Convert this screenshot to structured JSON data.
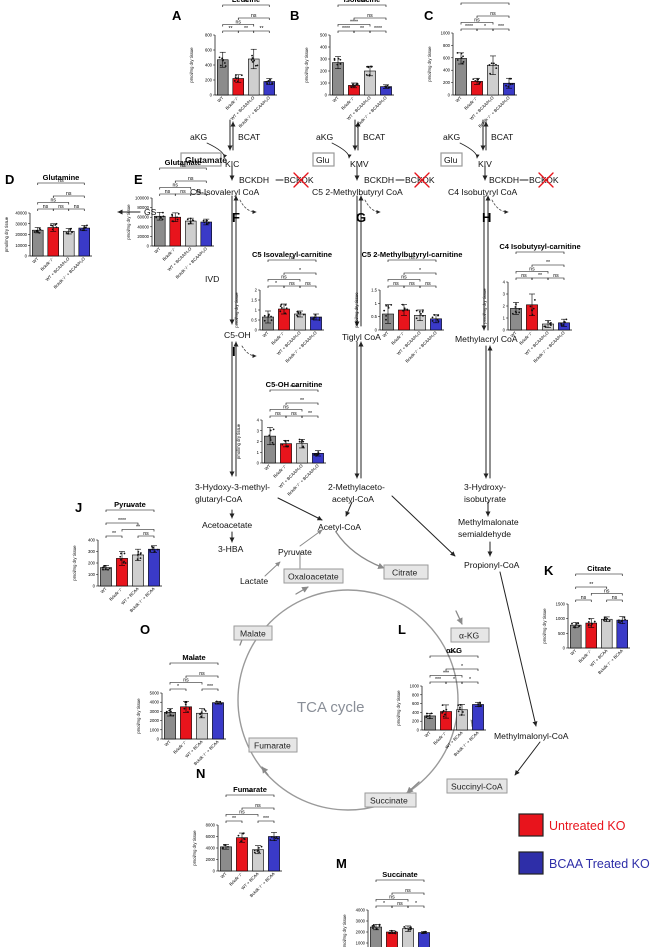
{
  "colors": {
    "wt": "#8c8c8c",
    "ko": "#e8141c",
    "wt_bcaa": "#cfcfcf",
    "ko_bcaa": "#3a3ac8",
    "untreated_ko_legend": "#e8141c",
    "bcaa_treated_ko_legend": "#2e2ea8",
    "tca_ring": "#9a9a9a",
    "tca_box": "#e6e6e6"
  },
  "icons": {
    "knockout": "red-cross-icon"
  },
  "legend": {
    "untreated_ko": "Untreated KO",
    "bcaa_treated_ko": "BCAA Treated KO"
  },
  "tca": {
    "title": "TCA cycle",
    "boxes": [
      "Oxaloacetate",
      "Citrate",
      "α-KG",
      "Succinyl-CoA",
      "Succinate",
      "Fumarate",
      "Malate"
    ]
  },
  "pathway": {
    "akg": "aKG",
    "bcat": "BCAT",
    "glutamate": "Glutamate",
    "glu": "Glu",
    "kic": "KIC",
    "kmv": "KMV",
    "kiv": "KIV",
    "bckdh": "BCKDH",
    "bckdk": "BCKDK",
    "c5_isovaleryl_coa": "C5-Isovaleryl CoA",
    "c5_2mb_coa": "C5 2-Methylbutyryl CoA",
    "c4_isobutyryl_coa": "C4 Isobutyryl CoA",
    "gs": "GS",
    "ivd": "IVD",
    "c5_oh": "C5-OH",
    "tiglyl_coa": "Tiglyl CoA",
    "methylacryl_coa": "Methylacryl CoA",
    "hmg_coa": [
      "3-Hydoxy-3-methyl-",
      "glutaryl-CoA"
    ],
    "methylacetoacetyl": [
      "2-Methylaceto-",
      "acetyl-CoA"
    ],
    "hydroxyisobutyrate": [
      "3-Hydroxy-",
      "isobutyrate"
    ],
    "acetoacetate": "Acetoacetate",
    "hba": "3-HBA",
    "acetyl_coa": "Acetyl-CoA",
    "pyruvate": "Pyruvate",
    "lactate": "Lactate",
    "mmsa": [
      "Methylmalonate",
      "semialdehyde"
    ],
    "propionyl_coa": "Propionyl-CoA",
    "methylmalonyl_coa": "Methylmalonyl-CoA"
  },
  "chart_data": [
    {
      "type": "bar",
      "panel": "A",
      "title": "Leucine",
      "ylabel": "pmol/mg dry tissue",
      "ylim": [
        0,
        800
      ],
      "yticks": [
        0,
        200,
        400,
        600,
        800
      ],
      "categories": [
        "WT",
        "Bckdk⁻/⁻",
        "WT + BCAA/H₂O",
        "Bckdk⁻/⁻ + BCAA/H₂O"
      ],
      "values": [
        470,
        220,
        480,
        180
      ],
      "errors": [
        100,
        50,
        130,
        40
      ],
      "comparisons": [
        {
          "a": 0,
          "b": 1,
          "label": "**"
        },
        {
          "a": 1,
          "b": 2,
          "label": "**"
        },
        {
          "a": 2,
          "b": 3,
          "label": "**"
        },
        {
          "a": 0,
          "b": 2,
          "label": "ns"
        },
        {
          "a": 1,
          "b": 3,
          "label": "ns"
        },
        {
          "a": 0,
          "b": 3,
          "label": "**"
        }
      ]
    },
    {
      "type": "bar",
      "panel": "B",
      "title": "Isoleucine",
      "ylabel": "pmol/mg dry tissue",
      "ylim": [
        0,
        500
      ],
      "yticks": [
        0,
        100,
        200,
        300,
        400,
        500
      ],
      "categories": [
        "WT",
        "Bckdk⁻/⁻",
        "WT + BCAA/H₂O",
        "Bckdk⁻/⁻ + BCAA/H₂O"
      ],
      "values": [
        270,
        80,
        200,
        70
      ],
      "errors": [
        50,
        20,
        40,
        15
      ],
      "comparisons": [
        {
          "a": 0,
          "b": 1,
          "label": "****"
        },
        {
          "a": 1,
          "b": 2,
          "label": "**"
        },
        {
          "a": 2,
          "b": 3,
          "label": "****"
        },
        {
          "a": 0,
          "b": 2,
          "label": "****"
        },
        {
          "a": 1,
          "b": 3,
          "label": "ns"
        },
        {
          "a": 0,
          "b": 3,
          "label": "****"
        }
      ]
    },
    {
      "type": "bar",
      "panel": "C",
      "title": "Valine",
      "ylabel": "pmol/mg dry tissue",
      "ylim": [
        0,
        1000
      ],
      "yticks": [
        0,
        200,
        400,
        600,
        800,
        1000
      ],
      "categories": [
        "WT",
        "Bckdk⁻/⁻",
        "WT + BCAA/H₂O",
        "Bckdk⁻/⁻ + BCAA/H₂O"
      ],
      "values": [
        590,
        220,
        480,
        190
      ],
      "errors": [
        90,
        50,
        150,
        80
      ],
      "comparisons": [
        {
          "a": 0,
          "b": 1,
          "label": "****"
        },
        {
          "a": 1,
          "b": 2,
          "label": "*"
        },
        {
          "a": 2,
          "b": 3,
          "label": "***"
        },
        {
          "a": 0,
          "b": 2,
          "label": "ns"
        },
        {
          "a": 1,
          "b": 3,
          "label": "ns"
        },
        {
          "a": 0,
          "b": 3,
          "label": "****"
        }
      ]
    },
    {
      "type": "bar",
      "panel": "D",
      "title": "Glutamine",
      "ylabel": "pmol/mg dry tissue",
      "ylim": [
        0,
        40000
      ],
      "yticks": [
        0,
        10000,
        20000,
        30000,
        40000
      ],
      "categories": [
        "WT",
        "Bckdk⁻/⁻",
        "WT + BCAA/H₂O",
        "Bckdk⁻/⁻ + BCAA/H₂O"
      ],
      "values": [
        24000,
        26500,
        23000,
        26000
      ],
      "errors": [
        2500,
        3500,
        2500,
        2500
      ],
      "comparisons": [
        {
          "a": 0,
          "b": 1,
          "label": "ns"
        },
        {
          "a": 1,
          "b": 2,
          "label": "ns"
        },
        {
          "a": 2,
          "b": 3,
          "label": "ns"
        },
        {
          "a": 0,
          "b": 2,
          "label": "ns"
        },
        {
          "a": 1,
          "b": 3,
          "label": "ns"
        },
        {
          "a": 0,
          "b": 3,
          "label": "ns"
        }
      ]
    },
    {
      "type": "bar",
      "panel": "E",
      "title": "Glutamate",
      "ylabel": "pmol/mg dry tissue",
      "ylim": [
        0,
        100000
      ],
      "yticks": [
        0,
        20000,
        40000,
        60000,
        80000,
        100000
      ],
      "categories": [
        "WT",
        "Bckdk⁻/⁻",
        "WT + BCAA/H₂O",
        "Bckdk⁻/⁻ + BCAA/H₂O"
      ],
      "values": [
        62000,
        60000,
        52000,
        50000
      ],
      "errors": [
        8000,
        9000,
        6000,
        6000
      ],
      "comparisons": [
        {
          "a": 0,
          "b": 1,
          "label": "ns"
        },
        {
          "a": 1,
          "b": 2,
          "label": "ns"
        },
        {
          "a": 2,
          "b": 3,
          "label": "ns"
        },
        {
          "a": 0,
          "b": 2,
          "label": "ns"
        },
        {
          "a": 1,
          "b": 3,
          "label": "ns"
        },
        {
          "a": 0,
          "b": 3,
          "label": "ns"
        }
      ]
    },
    {
      "type": "bar",
      "panel": "F",
      "title": "C5 Isovaleryl-carnitine",
      "ylabel": "pmol/mg dry tissue",
      "ylim": [
        0,
        2.0
      ],
      "yticks": [
        0,
        0.5,
        1.0,
        1.5,
        2.0
      ],
      "categories": [
        "WT",
        "Bckdk⁻/⁻",
        "WT + BCAA/H₂O",
        "Bckdk⁻/⁻ + BCAA/H₂O"
      ],
      "values": [
        0.65,
        1.05,
        0.8,
        0.65
      ],
      "errors": [
        0.3,
        0.25,
        0.15,
        0.15
      ],
      "comparisons": [
        {
          "a": 0,
          "b": 1,
          "label": "*"
        },
        {
          "a": 1,
          "b": 2,
          "label": "ns"
        },
        {
          "a": 2,
          "b": 3,
          "label": "ns"
        },
        {
          "a": 0,
          "b": 2,
          "label": "ns"
        },
        {
          "a": 1,
          "b": 3,
          "label": "*"
        },
        {
          "a": 0,
          "b": 3,
          "label": "ns"
        }
      ]
    },
    {
      "type": "bar",
      "panel": "G",
      "title": "C5 2-Methylbutyryl-carnitine",
      "ylabel": "pmol/mg dry tissue",
      "ylim": [
        0,
        1.5
      ],
      "yticks": [
        0,
        0.5,
        1.0,
        1.5
      ],
      "categories": [
        "WT",
        "Bckdk⁻/⁻",
        "WT + BCAA/H₂O",
        "Bckdk⁻/⁻ + BCAA/H₂O"
      ],
      "values": [
        0.6,
        0.75,
        0.55,
        0.42
      ],
      "errors": [
        0.35,
        0.2,
        0.2,
        0.15
      ],
      "comparisons": [
        {
          "a": 0,
          "b": 1,
          "label": "ns"
        },
        {
          "a": 1,
          "b": 2,
          "label": "ns"
        },
        {
          "a": 2,
          "b": 3,
          "label": "ns"
        },
        {
          "a": 0,
          "b": 2,
          "label": "ns"
        },
        {
          "a": 1,
          "b": 3,
          "label": "*"
        },
        {
          "a": 0,
          "b": 3,
          "label": "ns"
        }
      ]
    },
    {
      "type": "bar",
      "panel": "H",
      "title": "C4 Isobutyryl-carnitine",
      "ylabel": "pmol/mg dry tissue",
      "ylim": [
        0,
        4
      ],
      "yticks": [
        0,
        1,
        2,
        3,
        4
      ],
      "categories": [
        "WT",
        "Bckdk⁻/⁻",
        "WT + BCAA/H₂O",
        "Bckdk⁻/⁻ + BCAA/H₂O"
      ],
      "values": [
        1.8,
        2.1,
        0.5,
        0.6
      ],
      "errors": [
        0.5,
        0.9,
        0.3,
        0.3
      ],
      "comparisons": [
        {
          "a": 0,
          "b": 1,
          "label": "ns"
        },
        {
          "a": 1,
          "b": 2,
          "label": "**"
        },
        {
          "a": 2,
          "b": 3,
          "label": "ns"
        },
        {
          "a": 0,
          "b": 2,
          "label": "ns"
        },
        {
          "a": 1,
          "b": 3,
          "label": "**"
        },
        {
          "a": 0,
          "b": 3,
          "label": "*"
        }
      ]
    },
    {
      "type": "bar",
      "panel": "I",
      "title": "C5-OH carnitine",
      "ylabel": "pmol/mg dry tissue",
      "ylim": [
        0,
        4
      ],
      "yticks": [
        0,
        1,
        2,
        3,
        4
      ],
      "categories": [
        "WT",
        "Bckdk⁻/⁻",
        "WT + BCAA/H₂O",
        "Bckdk⁻/⁻ + BCAA/H₂O"
      ],
      "values": [
        2.5,
        1.8,
        1.8,
        0.9
      ],
      "errors": [
        0.8,
        0.3,
        0.4,
        0.25
      ],
      "comparisons": [
        {
          "a": 0,
          "b": 1,
          "label": "ns"
        },
        {
          "a": 1,
          "b": 2,
          "label": "ns"
        },
        {
          "a": 2,
          "b": 3,
          "label": "**"
        },
        {
          "a": 0,
          "b": 2,
          "label": "ns"
        },
        {
          "a": 1,
          "b": 3,
          "label": "**"
        },
        {
          "a": 0,
          "b": 3,
          "label": "****"
        }
      ]
    },
    {
      "type": "bar",
      "panel": "J",
      "title": "Pyruvate",
      "ylabel": "pmol/mg dry tissue",
      "ylim": [
        0,
        400
      ],
      "yticks": [
        0,
        100,
        200,
        300,
        400
      ],
      "categories": [
        "WT",
        "Bckdk⁻/⁻",
        "WT + BCAA",
        "Bckdk⁻/⁻ + BCAA"
      ],
      "values": [
        160,
        240,
        270,
        320
      ],
      "errors": [
        20,
        60,
        50,
        30
      ],
      "comparisons": [
        {
          "a": 0,
          "b": 1,
          "label": "**"
        },
        {
          "a": 2,
          "b": 3,
          "label": "ns"
        },
        {
          "a": 1,
          "b": 3,
          "label": "**"
        },
        {
          "a": 0,
          "b": 2,
          "label": "****"
        },
        {
          "a": 0,
          "b": 3,
          "label": "****"
        }
      ]
    },
    {
      "type": "bar",
      "panel": "K",
      "title": "Citrate",
      "ylabel": "pmol/mg dry tissue",
      "ylim": [
        0,
        1500
      ],
      "yticks": [
        0,
        500,
        1000,
        1500
      ],
      "categories": [
        "WT",
        "Bckdk⁻/⁻",
        "WT + BCAA",
        "Bckdk⁻/⁻ + BCAA"
      ],
      "values": [
        780,
        850,
        980,
        950
      ],
      "errors": [
        90,
        150,
        80,
        120
      ],
      "comparisons": [
        {
          "a": 0,
          "b": 1,
          "label": "ns"
        },
        {
          "a": 2,
          "b": 3,
          "label": "ns"
        },
        {
          "a": 1,
          "b": 3,
          "label": "ns"
        },
        {
          "a": 0,
          "b": 2,
          "label": "**"
        },
        {
          "a": 0,
          "b": 3,
          "label": "*"
        }
      ]
    },
    {
      "type": "bar",
      "panel": "L",
      "title": "αKG",
      "ylabel": "pmol/mg dry tissue",
      "ylim": [
        0,
        1000
      ],
      "yticks": [
        0,
        200,
        400,
        600,
        800,
        1000
      ],
      "categories": [
        "WT",
        "Bckdk⁻/⁻",
        "WT + BCAA",
        "Bckdk⁻/⁻ + BCAA"
      ],
      "values": [
        320,
        420,
        460,
        580
      ],
      "errors": [
        60,
        150,
        120,
        50
      ],
      "comparisons": [
        {
          "a": 0,
          "b": 1,
          "label": "***"
        },
        {
          "a": 1,
          "b": 2,
          "label": "*"
        },
        {
          "a": 2,
          "b": 3,
          "label": "*"
        },
        {
          "a": 0,
          "b": 2,
          "label": "***"
        },
        {
          "a": 1,
          "b": 3,
          "label": "*"
        },
        {
          "a": 0,
          "b": 3,
          "label": "****"
        }
      ]
    },
    {
      "type": "bar",
      "panel": "M",
      "title": "Succinate",
      "ylabel": "pmol/mg dry tissue",
      "ylim": [
        0,
        4000
      ],
      "yticks": [
        0,
        1000,
        2000,
        3000,
        4000
      ],
      "categories": [
        "WT",
        "Bckdk⁻/⁻",
        "WT + BCAA",
        "Bckdk⁻/⁻ + BCAA"
      ],
      "values": [
        2450,
        2000,
        2300,
        1950
      ],
      "errors": [
        250,
        150,
        250,
        100
      ],
      "comparisons": [
        {
          "a": 0,
          "b": 1,
          "label": "*"
        },
        {
          "a": 1,
          "b": 2,
          "label": "ns"
        },
        {
          "a": 2,
          "b": 3,
          "label": "*"
        },
        {
          "a": 0,
          "b": 2,
          "label": "ns"
        },
        {
          "a": 1,
          "b": 3,
          "label": "ns"
        },
        {
          "a": 0,
          "b": 3,
          "label": "*"
        }
      ]
    },
    {
      "type": "bar",
      "panel": "N",
      "title": "Fumarate",
      "ylabel": "pmol/mg dry tissue",
      "ylim": [
        0,
        8000
      ],
      "yticks": [
        0,
        2000,
        4000,
        6000,
        8000
      ],
      "categories": [
        "WT",
        "Bckdk⁻/⁻",
        "WT + BCAA",
        "Bckdk⁻/⁻ + BCAA"
      ],
      "values": [
        4200,
        5800,
        3700,
        6000
      ],
      "errors": [
        400,
        800,
        700,
        700
      ],
      "comparisons": [
        {
          "a": 0,
          "b": 1,
          "label": "**"
        },
        {
          "a": 2,
          "b": 3,
          "label": "***"
        },
        {
          "a": 0,
          "b": 2,
          "label": "ns"
        },
        {
          "a": 1,
          "b": 3,
          "label": "ns"
        },
        {
          "a": 0,
          "b": 3,
          "label": "**"
        }
      ]
    },
    {
      "type": "bar",
      "panel": "O",
      "title": "Malate",
      "ylabel": "pmol/mg dry tissue",
      "ylim": [
        0,
        5000
      ],
      "yticks": [
        0,
        1000,
        2000,
        3000,
        4000,
        5000
      ],
      "categories": [
        "WT",
        "Bckdk⁻/⁻",
        "WT + BCAA",
        "Bckdk⁻/⁻ + BCAA"
      ],
      "values": [
        2900,
        3500,
        2800,
        3950
      ],
      "errors": [
        400,
        600,
        500,
        150
      ],
      "comparisons": [
        {
          "a": 0,
          "b": 1,
          "label": "*"
        },
        {
          "a": 2,
          "b": 3,
          "label": "***"
        },
        {
          "a": 0,
          "b": 2,
          "label": "ns"
        },
        {
          "a": 1,
          "b": 3,
          "label": "ns"
        },
        {
          "a": 0,
          "b": 3,
          "label": "***"
        }
      ]
    }
  ]
}
